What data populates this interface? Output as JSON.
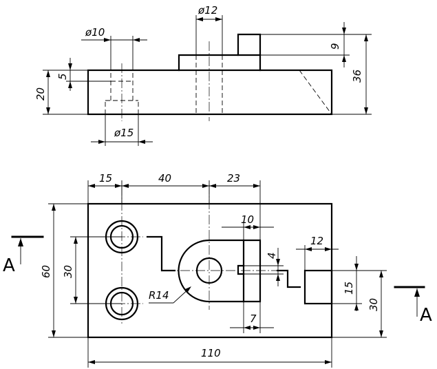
{
  "dimensions": {
    "d10": "ø10",
    "d12": "ø12",
    "d15": "ø15",
    "h5": "5",
    "h20": "20",
    "h9": "9",
    "h36": "36",
    "w15": "15",
    "w40": "40",
    "w23": "23",
    "w10": "10",
    "w12": "12",
    "h4": "4",
    "w7": "7",
    "h15": "15",
    "h30_right": "30",
    "h30_left": "30",
    "h60": "60",
    "w110": "110",
    "r14": "R14"
  },
  "section": {
    "left_label": "A",
    "right_label": "A"
  }
}
